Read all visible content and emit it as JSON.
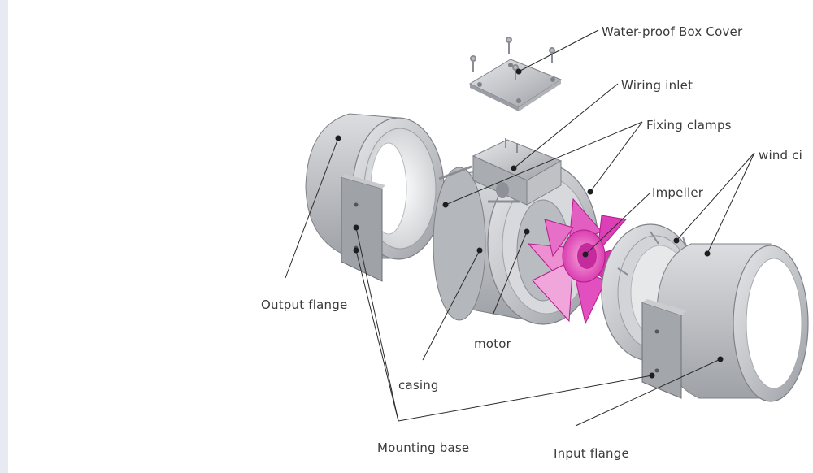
{
  "labels": {
    "box_cover": "Water-proof  Box Cover",
    "wiring_inlet": "Wiring inlet",
    "fixing_clamps": "Fixing clamps",
    "wind_circle": "wind ci",
    "impeller": "Impeller",
    "output_flange": "Output flange",
    "motor": "motor",
    "casing": "casing",
    "mounting_base": "Mounting base",
    "input_flange": "Input flange"
  },
  "colors": {
    "metal": "#c4c6ca",
    "metal_dark": "#8d9096",
    "impeller": "#e040b8",
    "leader": "#2a2a2a",
    "text": "#3a3a3a"
  }
}
